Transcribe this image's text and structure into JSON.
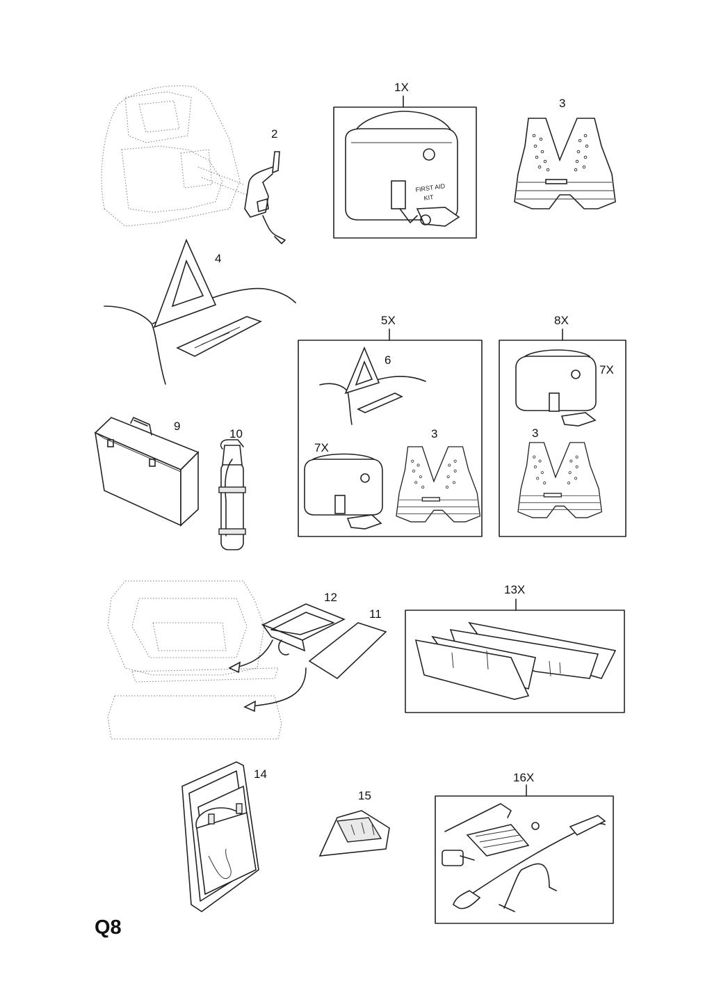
{
  "page_code": "Q8",
  "callouts": {
    "c2": "2",
    "c1x": "1X",
    "c3a": "3",
    "c4": "4",
    "c5x": "5X",
    "c6": "6",
    "c7xa": "7X",
    "c3b": "3",
    "c8x": "8X",
    "c7xb": "7X",
    "c3c": "3",
    "c9": "9",
    "c10": "10",
    "c12": "12",
    "c11": "11",
    "c13x": "13X",
    "c14": "14",
    "c15": "15",
    "c16x": "16X"
  },
  "first_aid_text": [
    "FIRST AID",
    "KIT"
  ]
}
